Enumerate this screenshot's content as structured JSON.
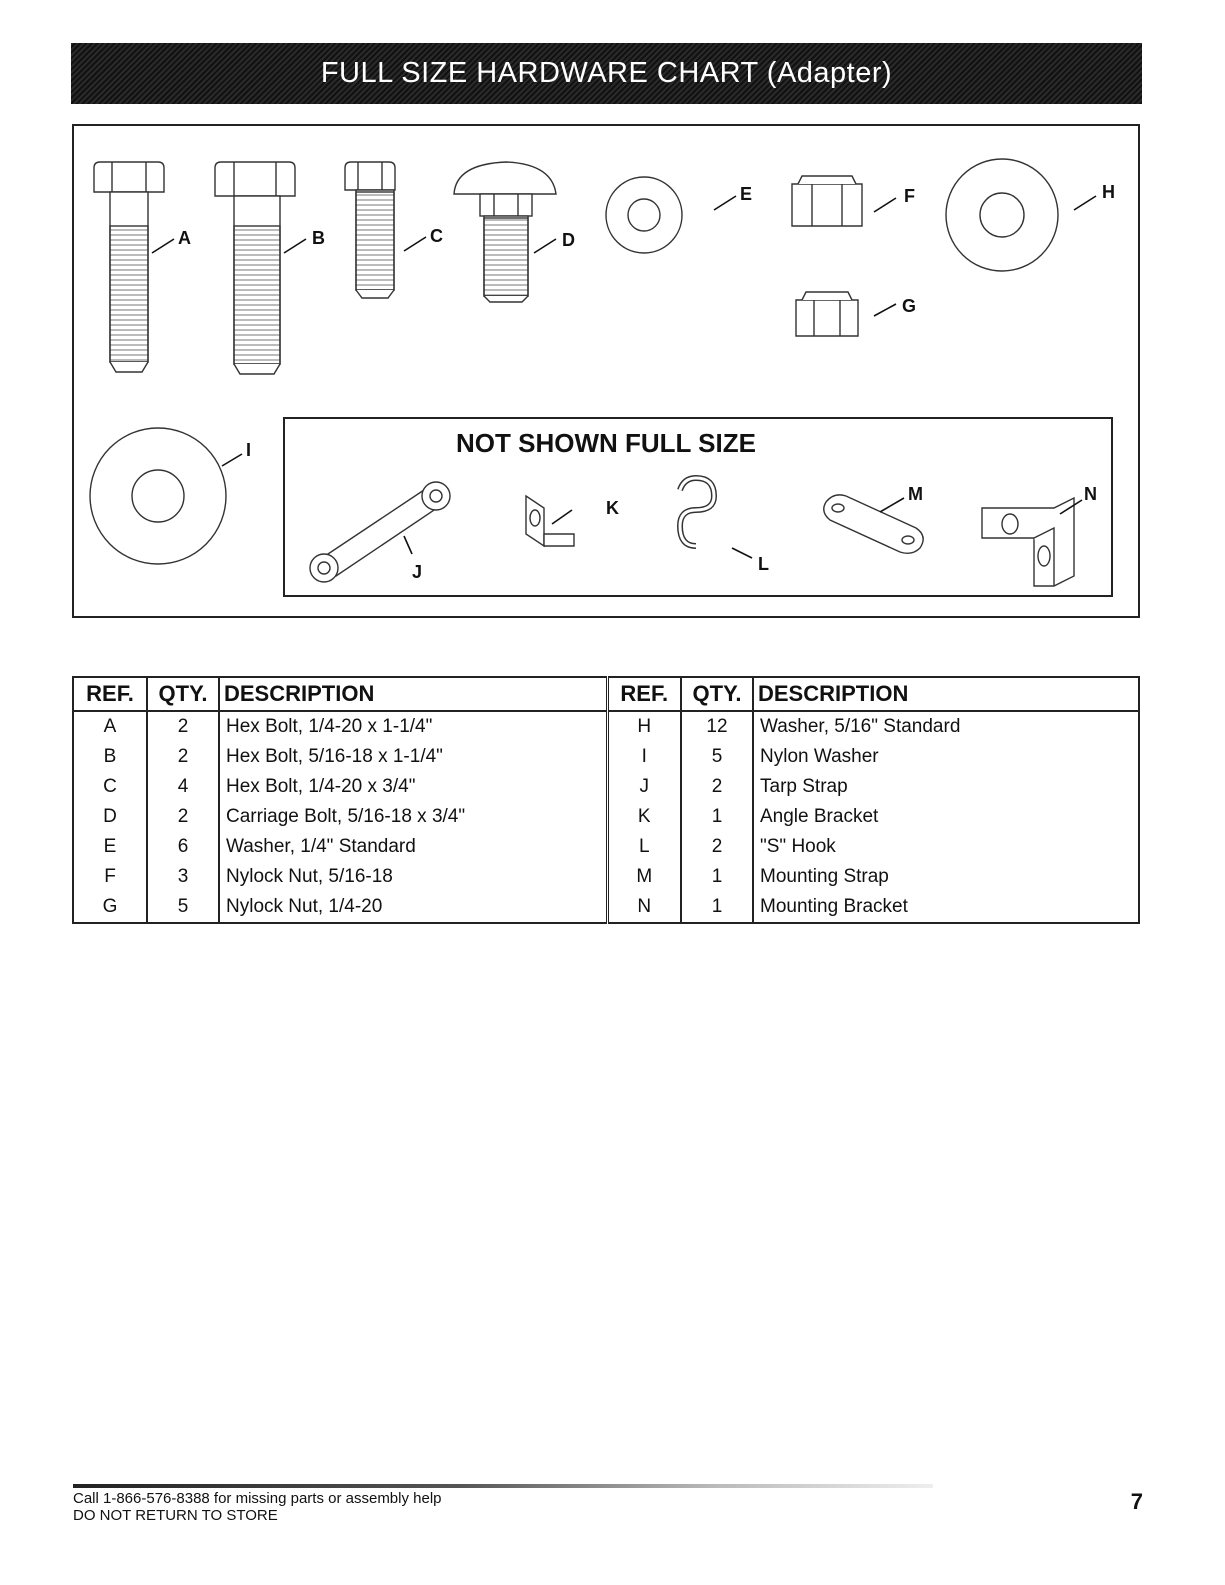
{
  "header": {
    "title": "FULL SIZE HARDWARE CHART (Adapter)"
  },
  "figure": {
    "callouts": [
      "A",
      "B",
      "C",
      "D",
      "E",
      "F",
      "G",
      "H",
      "I",
      "J",
      "K",
      "L",
      "M",
      "N"
    ],
    "not_shown_title": "NOT SHOWN FULL SIZE"
  },
  "table": {
    "headers": {
      "ref": "REF.",
      "qty": "QTY.",
      "desc": "DESCRIPTION"
    },
    "left": [
      {
        "ref": "A",
        "qty": "2",
        "desc": "Hex Bolt, 1/4-20 x 1-1/4\""
      },
      {
        "ref": "B",
        "qty": "2",
        "desc": "Hex Bolt, 5/16-18 x 1-1/4\""
      },
      {
        "ref": "C",
        "qty": "4",
        "desc": "Hex Bolt, 1/4-20 x 3/4\""
      },
      {
        "ref": "D",
        "qty": "2",
        "desc": "Carriage Bolt, 5/16-18 x 3/4\""
      },
      {
        "ref": "E",
        "qty": "6",
        "desc": "Washer, 1/4\" Standard"
      },
      {
        "ref": "F",
        "qty": "3",
        "desc": "Nylock Nut, 5/16-18"
      },
      {
        "ref": "G",
        "qty": "5",
        "desc": "Nylock Nut, 1/4-20"
      }
    ],
    "right": [
      {
        "ref": "H",
        "qty": "12",
        "desc": "Washer, 5/16\" Standard"
      },
      {
        "ref": "I",
        "qty": "5",
        "desc": "Nylon Washer"
      },
      {
        "ref": "J",
        "qty": "2",
        "desc": "Tarp Strap"
      },
      {
        "ref": "K",
        "qty": "1",
        "desc": "Angle Bracket"
      },
      {
        "ref": "L",
        "qty": "2",
        "desc": "\"S\" Hook"
      },
      {
        "ref": "M",
        "qty": "1",
        "desc": "Mounting Strap"
      },
      {
        "ref": "N",
        "qty": "1",
        "desc": "Mounting Bracket"
      }
    ]
  },
  "footer": {
    "help_line": "Call 1-866-576-8388 for missing parts or assembly help",
    "warning": "DO NOT RETURN TO STORE",
    "page_number": "7"
  }
}
